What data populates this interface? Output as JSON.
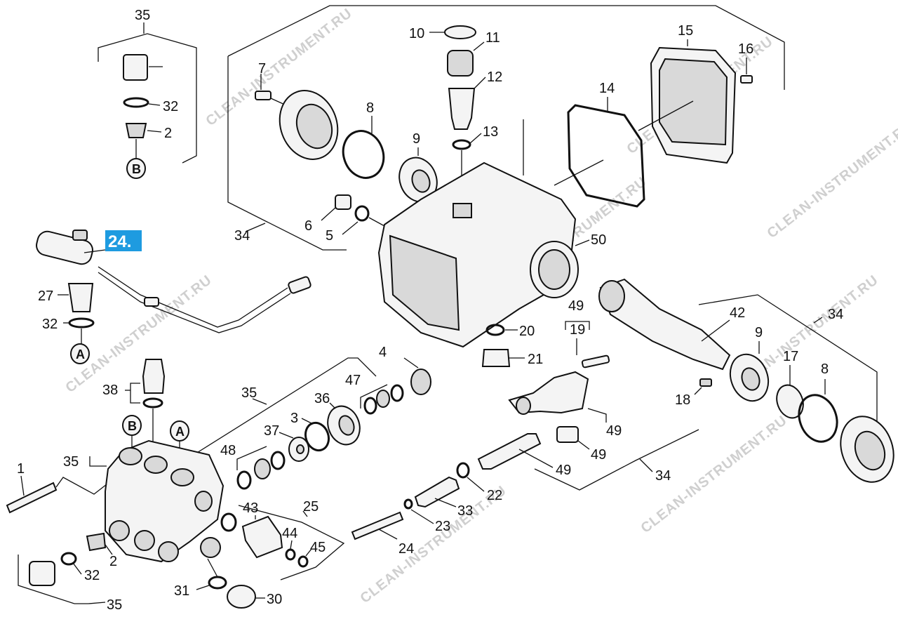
{
  "watermark": "CLEAN-INSTRUMENT.RU",
  "highlight": {
    "label": "24.",
    "color": "#1e9be0"
  },
  "callouts": {
    "a": "A",
    "b": "B"
  },
  "labels": {
    "p35a": "35",
    "p32a": "32",
    "p2a": "2",
    "p10": "10",
    "p11": "11",
    "p12": "12",
    "p13": "13",
    "p7": "7",
    "p8a": "8",
    "p9a": "9",
    "p15": "15",
    "p16": "16",
    "p14": "14",
    "p6": "6",
    "p5": "5",
    "p34a": "34",
    "p50": "50",
    "p27": "27",
    "p32b": "32",
    "p49a": "49",
    "p19": "19",
    "p42": "42",
    "p34b": "34",
    "p20": "20",
    "p21": "21",
    "p9b": "9",
    "p17": "17",
    "p8b": "8",
    "p18": "18",
    "p4": "4",
    "p47": "47",
    "p38": "38",
    "p35b": "35",
    "p36": "36",
    "p3": "3",
    "p37": "37",
    "p48": "48",
    "p49b": "49",
    "p49c": "49",
    "p49d": "49",
    "p34c": "34",
    "p1": "1",
    "p35c": "35",
    "p22": "22",
    "p43": "43",
    "p25": "25",
    "p33": "33",
    "p44": "44",
    "p45": "45",
    "p23": "23",
    "p24": "24",
    "p2b": "2",
    "p32c": "32",
    "p35d": "35",
    "p31": "31",
    "p30": "30"
  }
}
